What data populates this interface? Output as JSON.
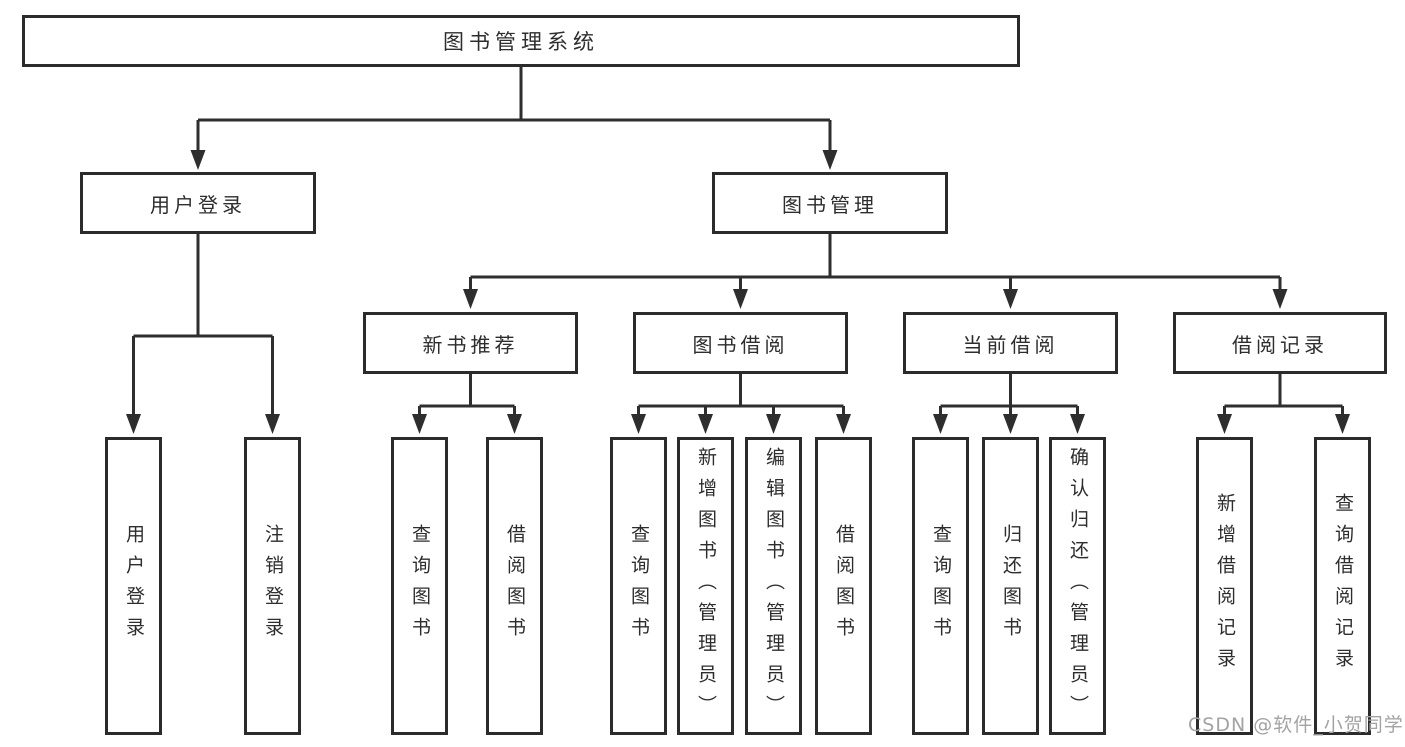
{
  "diagram": {
    "type": "hierarchy-tree",
    "nodes": {
      "root": {
        "label": "图书管理系统"
      },
      "level2": {
        "user_login": {
          "label": "用户登录"
        },
        "book_mgmt": {
          "label": "图书管理"
        }
      },
      "level3": {
        "new_book": {
          "label": "新书推荐"
        },
        "borrow": {
          "label": "图书借阅"
        },
        "current": {
          "label": "当前借阅"
        },
        "records": {
          "label": "借阅记录"
        }
      },
      "leaves": {
        "user_login": {
          "label": "用户登录"
        },
        "logout": {
          "label": "注销登录"
        },
        "query_book_new": {
          "label": "查询图书"
        },
        "borrow_book_new": {
          "label": "借阅图书"
        },
        "query_book_borrow": {
          "label": "查询图书"
        },
        "add_book": {
          "label": "新增图书（管理员）"
        },
        "edit_book": {
          "label": "编辑图书（管理员）"
        },
        "borrow_book_borrow": {
          "label": "借阅图书"
        },
        "query_book_current": {
          "label": "查询图书"
        },
        "return_book": {
          "label": "归还图书"
        },
        "confirm_return": {
          "label": "确认归还（管理员）"
        },
        "add_record": {
          "label": "新增借阅记录"
        },
        "query_record": {
          "label": "查询借阅记录"
        }
      }
    },
    "colors": {
      "line": "#2e2e2e",
      "border": "#2b2b2b",
      "text": "#2d2d2d",
      "background": "#ffffff",
      "watermark": "#a3a3a3"
    }
  },
  "watermark": {
    "text": "CSDN @软件_小贺同学"
  }
}
